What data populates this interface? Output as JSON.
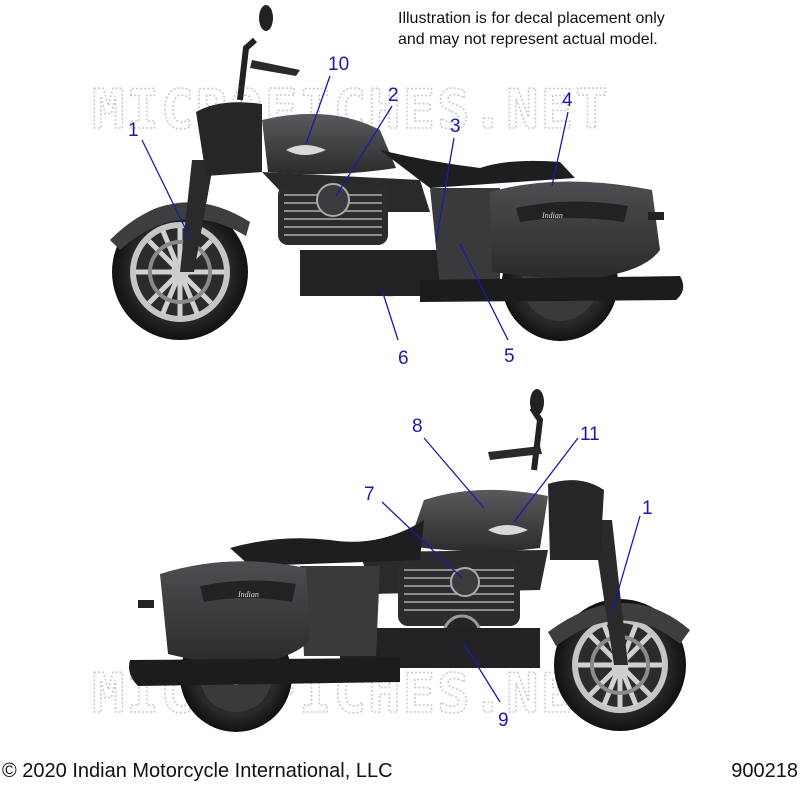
{
  "note": {
    "line1": "Illustration is for decal placement only",
    "line2": "and may not represent actual model."
  },
  "watermark": "MICROFICHES.NET",
  "footer": {
    "copyright": "© 2020 Indian Motorcycle International, LLC",
    "code": "900218"
  },
  "colors": {
    "callout": "#1a1aa8",
    "body": "#3b3b3d",
    "dark": "#1f1f21",
    "chrome": "#b8b8b8"
  },
  "callouts_top": [
    {
      "id": "callout-1-top",
      "label": "1"
    },
    {
      "id": "callout-10",
      "label": "10"
    },
    {
      "id": "callout-2",
      "label": "2"
    },
    {
      "id": "callout-3",
      "label": "3"
    },
    {
      "id": "callout-4",
      "label": "4"
    },
    {
      "id": "callout-6",
      "label": "6"
    },
    {
      "id": "callout-5",
      "label": "5"
    }
  ],
  "callouts_bottom": [
    {
      "id": "callout-8",
      "label": "8"
    },
    {
      "id": "callout-11",
      "label": "11"
    },
    {
      "id": "callout-7",
      "label": "7"
    },
    {
      "id": "callout-1-bottom",
      "label": "1"
    },
    {
      "id": "callout-9",
      "label": "9"
    }
  ],
  "brand_badge": "Indian"
}
